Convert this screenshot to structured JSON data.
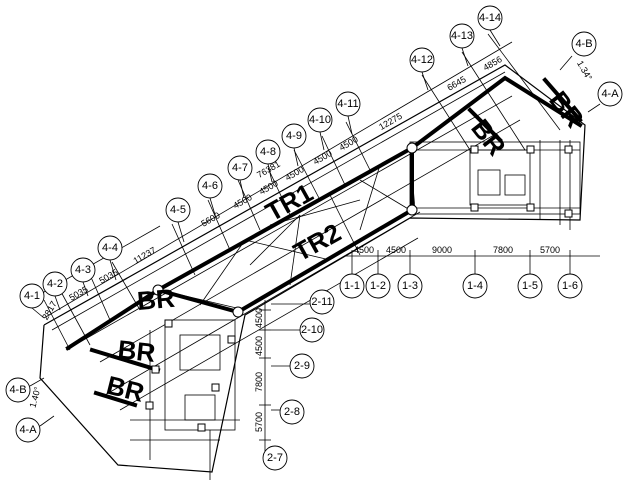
{
  "axes_top": [
    {
      "label": "4-1"
    },
    {
      "label": "4-2"
    },
    {
      "label": "4-3"
    },
    {
      "label": "4-4"
    },
    {
      "label": "4-5"
    },
    {
      "label": "4-6"
    },
    {
      "label": "4-7"
    },
    {
      "label": "4-8"
    },
    {
      "label": "4-9"
    },
    {
      "label": "4-10"
    },
    {
      "label": "4-11"
    },
    {
      "label": "4-12"
    },
    {
      "label": "4-13"
    },
    {
      "label": "4-14"
    }
  ],
  "axes_side": [
    {
      "label": "4-B"
    },
    {
      "label": "4-A"
    }
  ],
  "axes_side_left": [
    {
      "label": "4-B"
    },
    {
      "label": "4-A"
    }
  ],
  "axes_bottom_right": [
    {
      "label": "1-1"
    },
    {
      "label": "1-2"
    },
    {
      "label": "1-3"
    },
    {
      "label": "1-4"
    },
    {
      "label": "1-5"
    },
    {
      "label": "1-6"
    }
  ],
  "axes_bottom_left": [
    {
      "label": "2-11"
    },
    {
      "label": "2-10"
    },
    {
      "label": "2-9"
    },
    {
      "label": "2-8"
    },
    {
      "label": "2-7"
    }
  ],
  "dims_top": [
    "2817",
    "5035",
    "5035",
    "11237",
    "5600",
    "4500",
    "4500",
    "4500",
    "4500",
    "4500",
    "12275",
    "6645",
    "4856"
  ],
  "dim_total": "76381",
  "dim_side_right": "1.34°",
  "dim_side_left": "1.40°",
  "dims_right": [
    "4500",
    "4500",
    "9000",
    "7800",
    "5700"
  ],
  "dims_left": [
    "4500",
    "4500",
    "7800",
    "5700"
  ],
  "labels": {
    "tr1": "TR1",
    "tr2": "TR2",
    "br": "BR"
  }
}
